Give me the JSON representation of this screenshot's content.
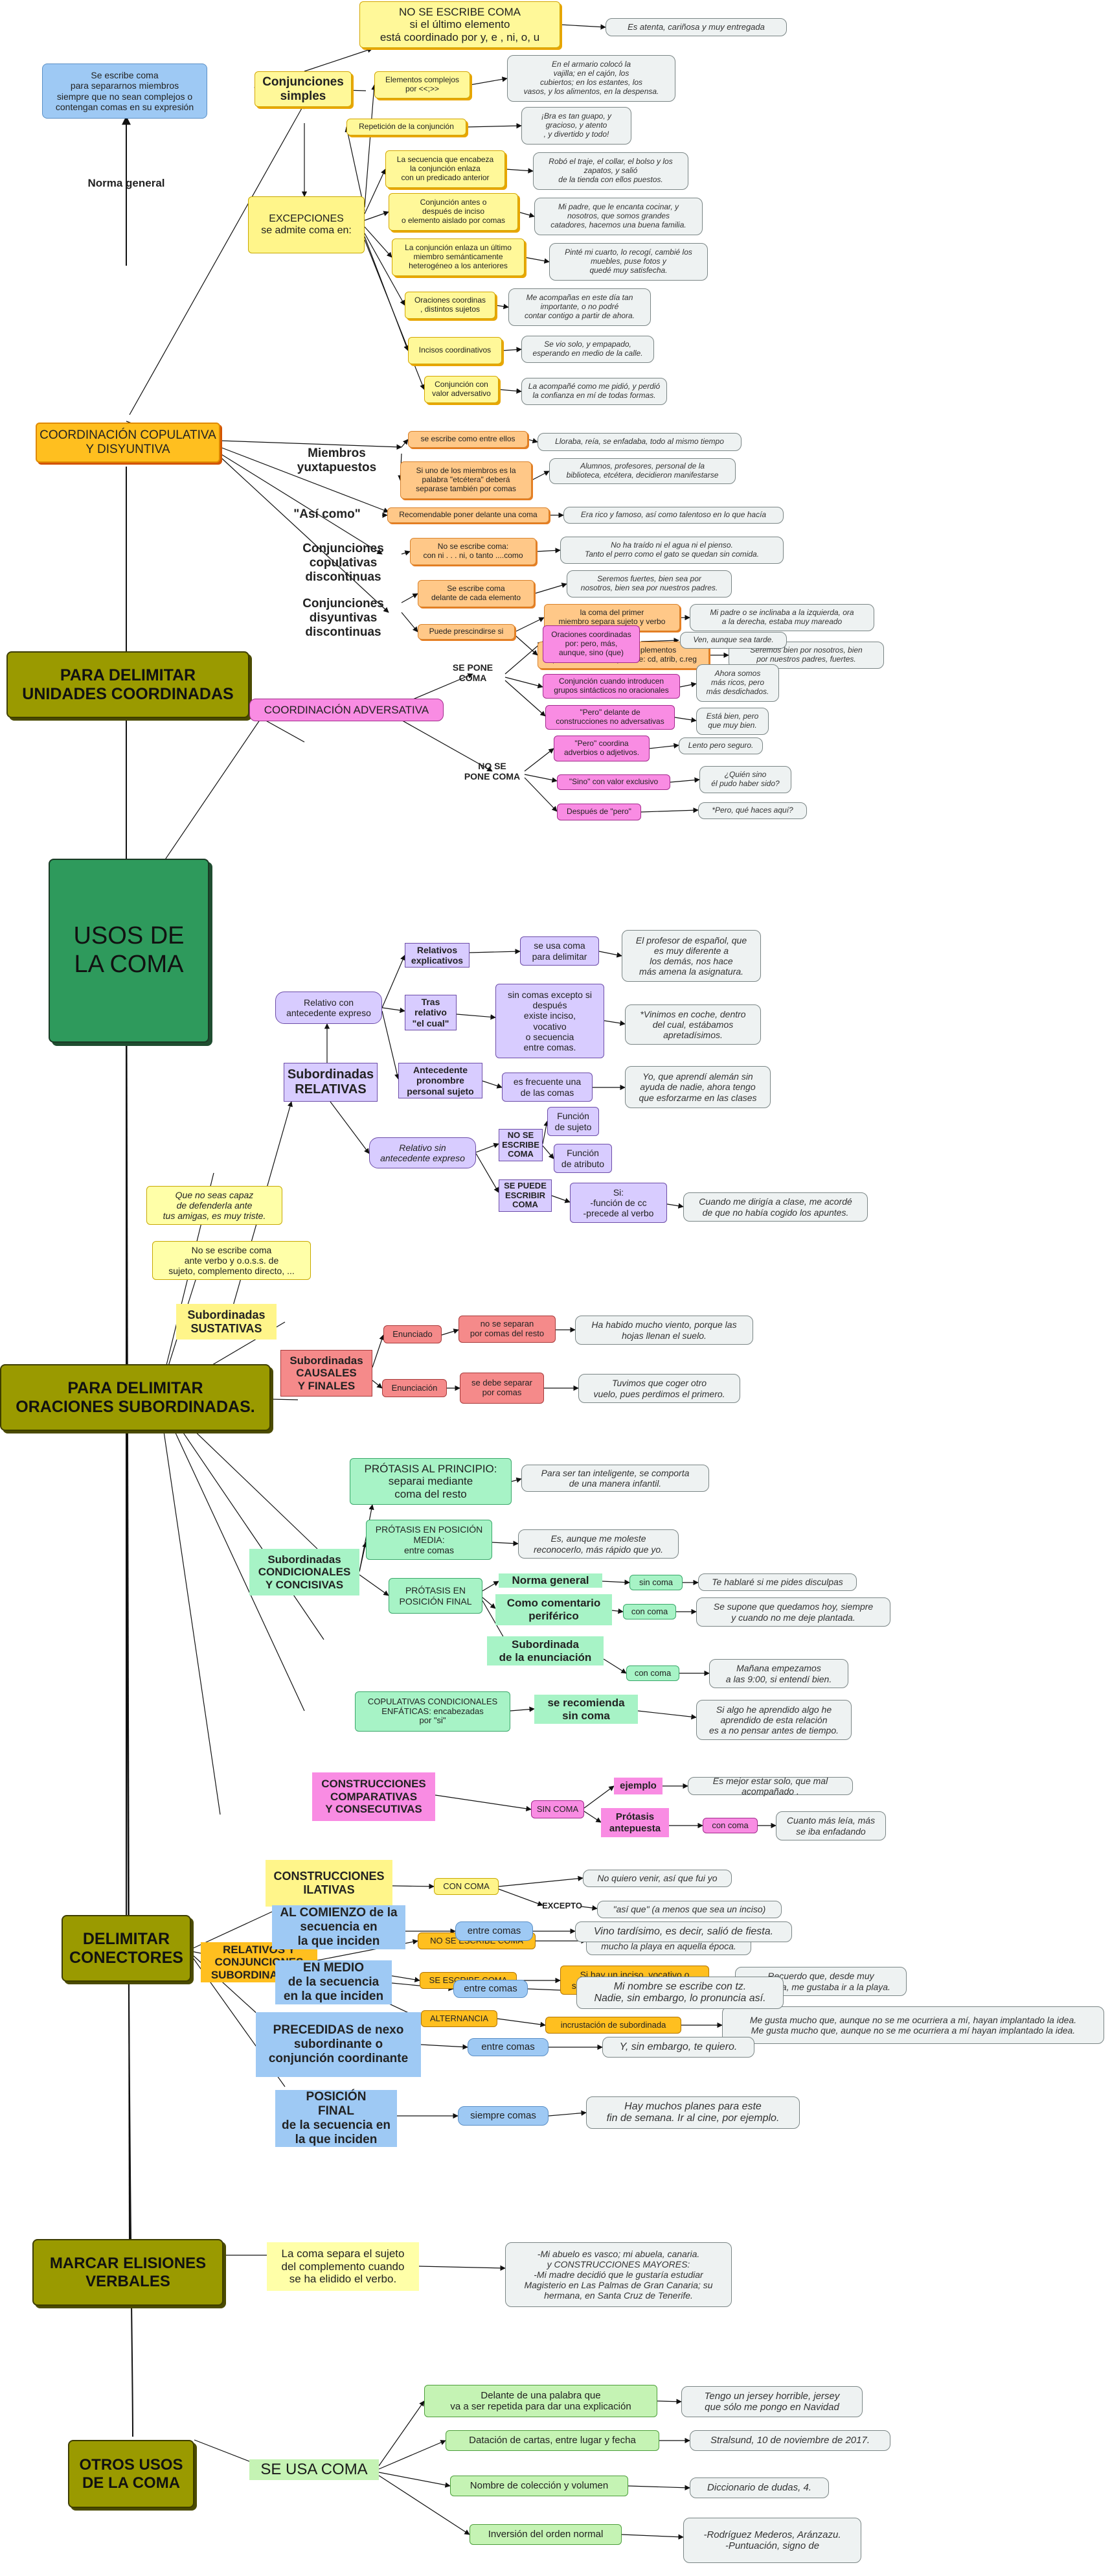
{
  "main": {
    "title": "USOS DE\nLA COMA"
  },
  "sections": [
    {
      "key": "coord",
      "label": "PARA DELIMITAR\nUNIDADES COORDINADAS"
    },
    {
      "key": "subord",
      "label": "PARA DELIMITAR\nORACIONES SUBORDINADAS."
    },
    {
      "key": "conect",
      "label": "DELIMITAR\nCONECTORES"
    },
    {
      "key": "elis",
      "label": "MARCAR ELISIONES\nVERBALES"
    },
    {
      "key": "otros",
      "label": "OTROS USOS\nDE LA COMA"
    }
  ],
  "norma": {
    "link": "Norma general",
    "box": "Se escribe coma\npara separarnos miembros\nsiempre que no sean complejos o\ncontengan comas en su expresión",
    "box_bold": "Se escribe coma"
  },
  "coordinacion": {
    "head": "COORDINACIÓN COPULATIVA\nY DISYUNTIVA",
    "simples": "Conjunciones\nsimples",
    "top_rule": "NO SE ESCRIBE COMA\nsi el último elemento\nestá coordinado por y, e , ni, o, u",
    "top_ex": "Es atenta, cariñosa y muy entregada",
    "excepciones": "EXCEPCIONES\nse admite coma en:",
    "rules": [
      {
        "t": "Elementos complejos\npor <<;>>",
        "ex": "En el armario colocó la\nvajilla; en el cajón, los\ncubiertos; en los estantes, los\nvasos, y los alimentos, en la despensa."
      },
      {
        "t": "Repetición de la conjunción",
        "ex": "¡Bra es tan guapo, y\ngracioso, y atento\n, y divertido y todo!"
      },
      {
        "t": "La secuencia que encabeza\nla conjunción enlaza\ncon un predicado anterior",
        "ex": "Robó el traje, el collar, el bolso y los\nzapatos, y salió\nde la tienda con ellos puestos."
      },
      {
        "t": "Conjunción antes o\ndespués de inciso\no elemento aislado por comas",
        "ex": "Mi padre, que le encanta cocinar, y\nnosotros, que somos grandes\ncatadores, hacemos una buena familia."
      },
      {
        "t": "La conjunción enlaza un último\nmiembro semánticamente\nheterogéneo a los anteriores",
        "ex": "Pinté mi cuarto, lo recogí, cambié los\nmuebles, puse fotos y\nquedé muy satisfecha."
      },
      {
        "t": "Oraciones coordinas\n, distintos sujetos",
        "ex": "Me acompañas en este día tan\nimportante, o no podré\ncontar contigo a partir de ahora."
      },
      {
        "t": "Incisos coordinativos",
        "ex": "Se vio solo, y empapado,\nesperando en medio de la calle."
      },
      {
        "t": "Conjunción con\nvalor adversativo",
        "ex": "La acompañé como me pidió, y perdió\nla confianza en mí de todas formas."
      }
    ],
    "miembros": "Miembros\nyuxtapuestos",
    "miembros_rules": [
      {
        "t": "se escribe como entre ellos",
        "ex": "Lloraba, reía, se enfadaba, todo al mismo tiempo"
      },
      {
        "t": "Si uno de los miembros es la\npalabra \"etcétera\" deberá\nseparase también por comas",
        "ex": "Alumnos, profesores, personal de la\nbiblioteca, etcétera, decidieron manifestarse"
      }
    ],
    "asi": "\"Así como\"",
    "asi_rule": {
      "t": "Recomendable poner delante una coma",
      "ex": "Era rico y famoso, así como talentoso en lo que hacía"
    },
    "discontinuas": "Conjunciones\ncopulativas\ndiscontinuas",
    "disc_rule": {
      "t": "No se escribe coma:\ncon ni . . . ni, o tanto ....como",
      "ex": "No ha traído ni el agua ni el pienso.\nTanto el perro como el gato se quedan sin comida."
    },
    "disyuntivas": "Conjunciones\ndisyuntivas\ndiscontinuas",
    "disy_rules": [
      {
        "t": "Se escribe coma\ndelante de cada elemento",
        "ex": "Seremos fuertes, bien sea por\nnosotros, bien sea por nuestros padres."
      },
      {
        "t": "Puede prescindirse si",
        "ex": ""
      }
    ],
    "disy_sub": [
      {
        "t": "la coma del primer\nmiembro separa sujeto y verbo",
        "ex": "Mi padre o se inclinaba a la izquierda, ora\na la derecha, estaba muy mareado"
      },
      {
        "t": "la coma separa complementos\nque no deberían separarse: cd, atrib, c.reg",
        "ex": "Seremos bien por nosotros, bien\npor nuestros padres, fuertes."
      }
    ]
  },
  "adversativa": {
    "head": "COORDINACIÓN ADVERSATIVA",
    "pone": "SE PONE\nCOMA",
    "nopone": "NO SE\nPONE COMA",
    "pone_rules": [
      {
        "t": "Oraciones coordinadas\npor: pero, más,\naunque, sino (que)",
        "ex": "Ven, aunque sea tarde."
      },
      {
        "t": "Conjunción cuando introducen\ngrupos sintácticos no oracionales",
        "ex": "Ahora somos\nmás ricos, pero\nmás desdichados."
      },
      {
        "t": "\"Pero\" delante de\nconstrucciones no adversativas",
        "ex": "Está bien, pero\nque muy bien."
      }
    ],
    "nopone_rules": [
      {
        "t": "\"Pero\" coordina\nadverbios o adjetivos.",
        "ex": "Lento pero seguro."
      },
      {
        "t": "\"Sino\" con valor exclusivo",
        "ex": "¿Quién sino\nél pudo haber sido?"
      },
      {
        "t": "Después de \"pero\"",
        "ex": "*Pero, qué haces aquí?"
      }
    ]
  },
  "relativas": {
    "head": "Subordinadas\nRELATIVAS",
    "expreso": "Relativo con\nantecedente expreso",
    "explicativos": "Relativos\nexplicativos",
    "explic_rule": "se usa coma\npara delimitar",
    "explic_ex": "El profesor de español, que\nes muy diferente a\nlos demás, nos hace\nmás amena la asignatura.",
    "tras": "Tras\nrelativo\n\"el cual\"",
    "tras_rule": "sin comas excepto si\ndespués\nexiste inciso,\nvocativo\no secuencia\nentre comas.",
    "tras_ex": "*Vinimos en coche, dentro\ndel cual, estábamos\napretadísimos.",
    "antecedente": "Antecedente\npronombre\npersonal sujeto",
    "antec_rule": "es frecuente una\nde las comas",
    "antec_ex": "Yo, que aprendí alemán sin\nayuda de nadie, ahora tengo\nque esforzarme en las clases",
    "sin": "Relativo sin\nantecedente expreso",
    "no_escribe": "NO SE\nESCRIBE\nCOMA",
    "funcion_sujeto": "Función\nde sujeto",
    "funcion_atributo": "Función\nde atributo",
    "puede": "SE PUEDE\nESCRIBIR\nCOMA",
    "puede_rule": "Si:\n-función de cc\n-precede al verbo",
    "puede_ex": "Cuando me dirigía a clase, me acordé\nde que no había cogido los apuntes."
  },
  "sustantivas": {
    "head": "Subordinadas\nSUSTATIVAS",
    "rule": "No se escribe coma\nante verbo y o.o.s.s. de\nsujeto, complemento directo, ...",
    "ex": "Que no seas capaz\nde defenderla ante\ntus amigas, es muy triste."
  },
  "causales": {
    "head": "Subordinadas\nCAUSALES\nY FINALES",
    "enunciado": "Enunciado",
    "enunciado_rule": "no se separan\npor comas del resto",
    "enunciado_ex": "Ha habido mucho viento, porque las\nhojas llenan el suelo.",
    "enunciacion": "Enunciación",
    "enunciacion_rule": "se debe separar\npor comas",
    "enunciacion_ex": "Tuvimos que coger otro\nvuelo, pues perdimos el primero."
  },
  "condicionales": {
    "head": "Subordinadas\nCONDICIONALES\nY CONCISIVAS",
    "principio": "PRÓTASIS AL PRINCIPIO:\nseparai mediante\ncoma del resto",
    "principio_ex": "Para ser tan inteligente, se comporta\nde una manera infantil.",
    "media": "PRÓTASIS EN POSICIÓN\nMEDIA:\nentre comas",
    "media_ex": "Es, aunque me moleste\nreconocerlo, más rápido que yo.",
    "final": "PRÓTASIS EN\nPOSICIÓN FINAL",
    "norma_general": "Norma general",
    "sin_coma": "sin coma",
    "sin_coma_ex": "Te hablaré si me pides disculpas",
    "comentario": "Como comentario\nperiférico",
    "con_coma": "con coma",
    "con_coma_ex": "Se supone que quedamos hoy, siempre\ny cuando no me deje plantada.",
    "enunciacion": "Subordinada\nde la enunciación",
    "enunciacion_coma": "con coma",
    "enunciacion_ex": "Mañana empezamos\na las 9:00, si entendí bien.",
    "enfaticas": "COPULATIVAS CONDICIONALES\nENFÁTICAS: encabezadas\npor \"si\"",
    "recomienda": "se recomienda\nsin coma",
    "recomienda_ex": "Si algo he aprendido algo he\naprendido de esta relación\nes a no pensar antes de tiempo."
  },
  "comparativas": {
    "head": "CONSTRUCCIONES\nCOMPARATIVAS\nY CONSECUTIVAS",
    "sin_coma": "SIN COMA",
    "ejemplo": "ejemplo",
    "ejemplo_ex": "Es mejor estar solo, que mal acompañado .",
    "protasis": "Prótasis\nantepuesta",
    "con_coma": "con coma",
    "con_coma_ex": "Cuanto más leía, más\nse iba enfadando"
  },
  "ilativas": {
    "head": "CONSTRUCCIONES\nILATIVAS",
    "con_coma": "CON COMA",
    "ex1": "No quiero venir, así que fui yo",
    "excepto": "EXCEPTO",
    "ex2": "\"así que\" (a menos que sea un inciso)"
  },
  "relconj": {
    "head": "RELATIVOS Y\nCONJUNCIONES\nSUBORDINANTES",
    "no_coma": "NO SE ESCRIBE COMA",
    "no_coma_ex": "* Recuerdo que, me gustaba\nmucho la playa en aquella época.",
    "si_coma": "SE ESCRIBE COMA",
    "si_coma_rule": "Si hay un inciso, vocativo o\nsecuencia separada por comas",
    "si_coma_ex": "Recuerdo que, desde muy\npequeña, me gustaba ir a la playa.",
    "alternancia": "ALTERNANCIA",
    "alternancia_rule": "incrustación de subordinada",
    "alternancia_ex": "Me gusta mucho que, aunque no se me ocurriera a mí, hayan implantado la idea.\nMe gusta mucho que, aunque no se me ocurriera a mí hayan implantado la idea."
  },
  "conectores": [
    {
      "head": "AL COMIENZO de la\nsecuencia en\nla que inciden",
      "rule": "entre comas",
      "ex": "Vino tardísimo, es decir, salió de fiesta."
    },
    {
      "head": "EN MEDIO\nde la secuencia\nen la que inciden",
      "rule": "entre comas",
      "ex": "Mi nombre se escribe con tz.\nNadie, sin embargo, lo pronuncia así."
    },
    {
      "head": "PRECEDIDAS de nexo\nsubordinante o\nconjunción coordinante",
      "rule": "entre comas",
      "ex": "Y, sin embargo, te quiero."
    },
    {
      "head": "POSICIÓN\nFINAL\nde la secuencia en\nla que inciden",
      "rule": "siempre comas",
      "ex": "Hay muchos planes para este\nfin de semana. Ir al cine, por ejemplo."
    }
  ],
  "elisiones": {
    "rule": "La coma separa el sujeto\ndel complemento cuando\nse ha elidido el verbo.",
    "ex": "-Mi abuelo es vasco; mi abuela, canaria.\ny CONSTRUCCIONES MAYORES:\n-Mi madre decidió que le gustaría estudiar\nMagisterio en Las Palmas de Gran Canaria; su\nhermana, en Santa Cruz de Tenerife."
  },
  "otros": {
    "label": "SE USA COMA",
    "items": [
      {
        "t": "Delante de una palabra que\nva a ser repetida para dar una explicación",
        "ex": "Tengo un jersey horrible, jersey\nque sólo me pongo en Navidad"
      },
      {
        "t": "Datación de cartas, entre lugar y fecha",
        "ex": "Stralsund, 10 de noviembre de 2017."
      },
      {
        "t": "Nombre de colección y volumen",
        "ex": "Diccionario de dudas, 4."
      },
      {
        "t": "Inversión del orden normal",
        "ex": "-Rodríguez Mederos, Aránzazu.\n-Puntuación, signo de"
      }
    ]
  }
}
